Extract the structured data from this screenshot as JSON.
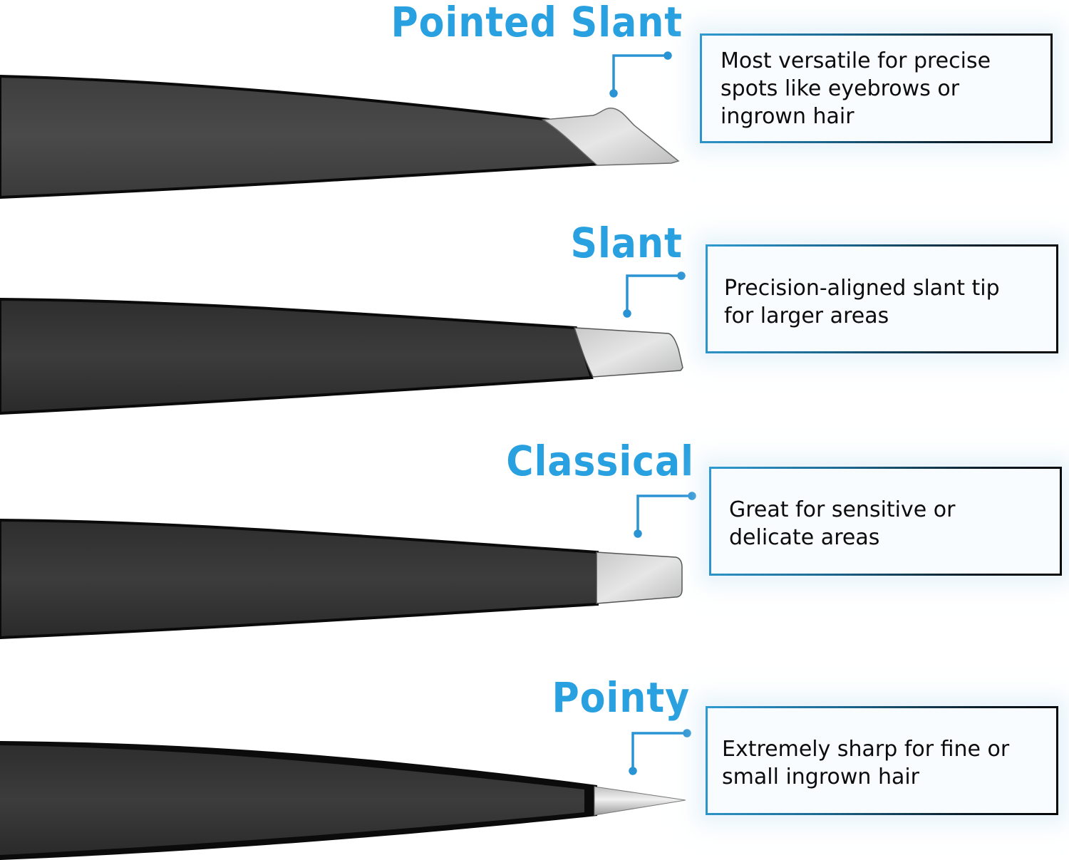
{
  "colors": {
    "accent": "#29a0df",
    "connector": "#2a93d3",
    "tweezer_body": "#3a3a3a",
    "tweezer_tip": "#d4d4d4",
    "box_text": "#0c0c0c"
  },
  "tips": [
    {
      "name": "Pointed Slant",
      "description": "Most versatile for precise\nspots like eyebrows or\ningrown hair",
      "icon": "pointed-slant-tweezer-icon"
    },
    {
      "name": "Slant",
      "description": "Precision-aligned slant tip\nfor larger areas",
      "icon": "slant-tweezer-icon"
    },
    {
      "name": "Classical",
      "description": "Great for sensitive or\ndelicate areas",
      "icon": "classical-tweezer-icon"
    },
    {
      "name": "Pointy",
      "description": "Extremely sharp for fine or\nsmall ingrown hair",
      "icon": "pointy-tweezer-icon"
    }
  ]
}
